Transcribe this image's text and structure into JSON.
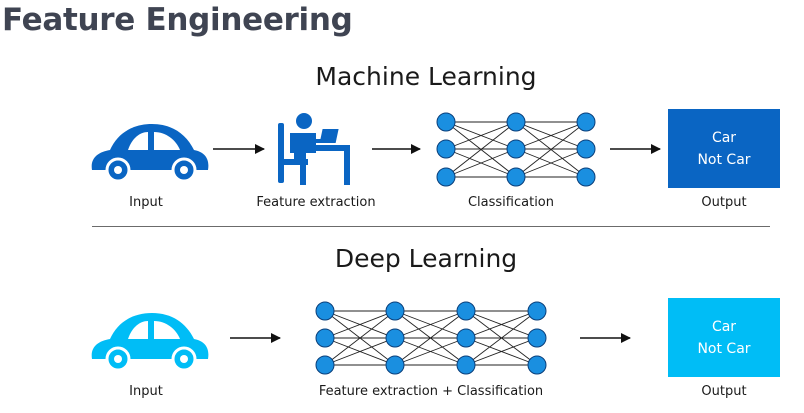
{
  "page_title": "Feature Engineering",
  "machine_learning": {
    "title": "Machine Learning",
    "labels": {
      "input": "Input",
      "feature_extraction": "Feature extraction",
      "classification": "Classification",
      "output": "Output"
    },
    "output_options": [
      "Car",
      "Not Car"
    ]
  },
  "deep_learning": {
    "title": "Deep Learning",
    "labels": {
      "input": "Input",
      "combined": "Feature extraction + Classification",
      "output": "Output"
    },
    "output_options": [
      "Car",
      "Not Car"
    ]
  },
  "colors": {
    "ml_blue": "#0a65c3",
    "dl_cyan": "#00bdf6",
    "node_blue": "#1a8fe0",
    "title_gray": "#3f4452"
  },
  "icons": {
    "car": "car-icon",
    "worker": "person-at-desk-icon",
    "network": "neural-network-icon",
    "arrow": "arrow-right-icon"
  }
}
